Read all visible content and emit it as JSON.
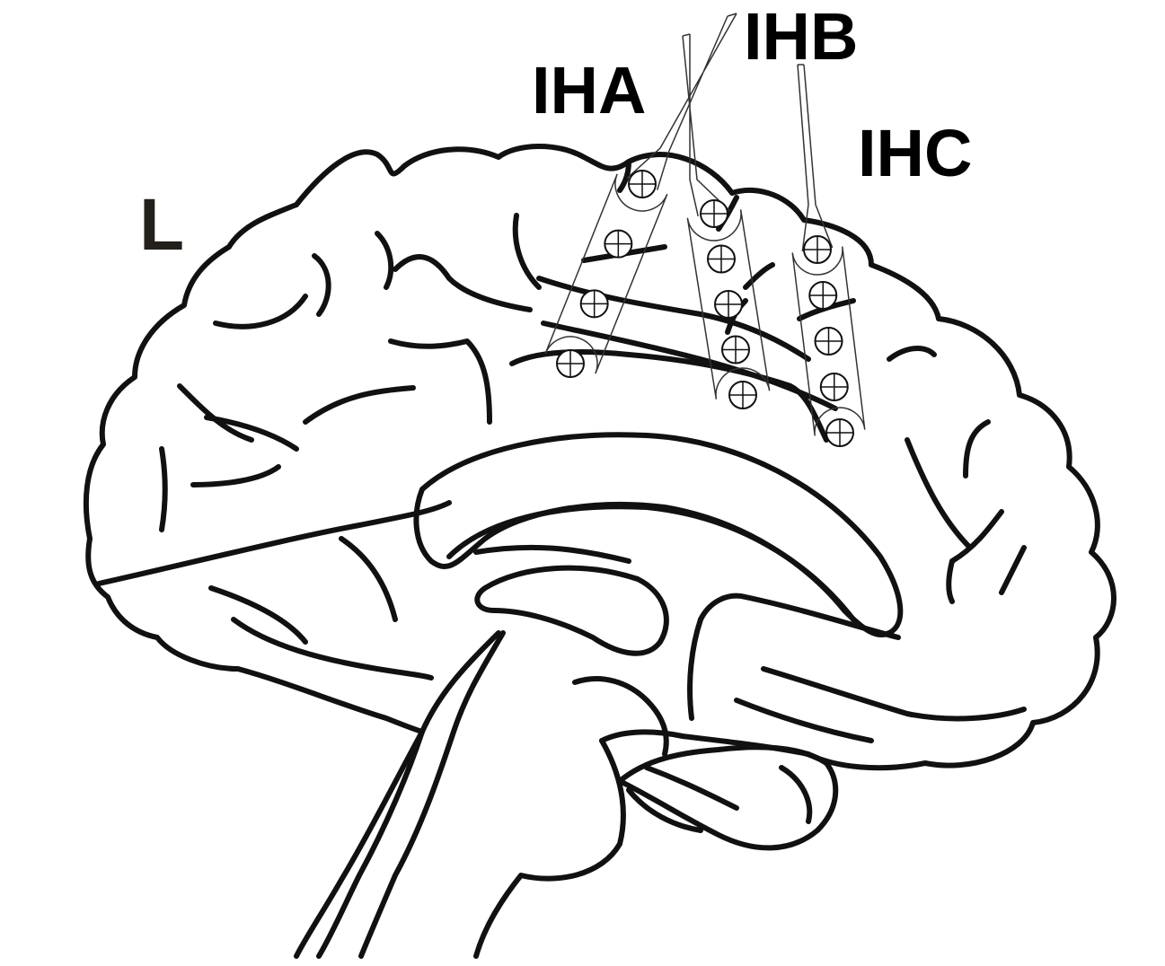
{
  "diagram": {
    "hemisphere_label": "L",
    "electrodes": [
      {
        "name": "IHA",
        "contacts": 4
      },
      {
        "name": "IHB",
        "contacts": 5
      },
      {
        "name": "IHC",
        "contacts": 5
      }
    ],
    "colors": {
      "outline": "#111111",
      "electrode": "#333333",
      "background": "#ffffff"
    }
  }
}
